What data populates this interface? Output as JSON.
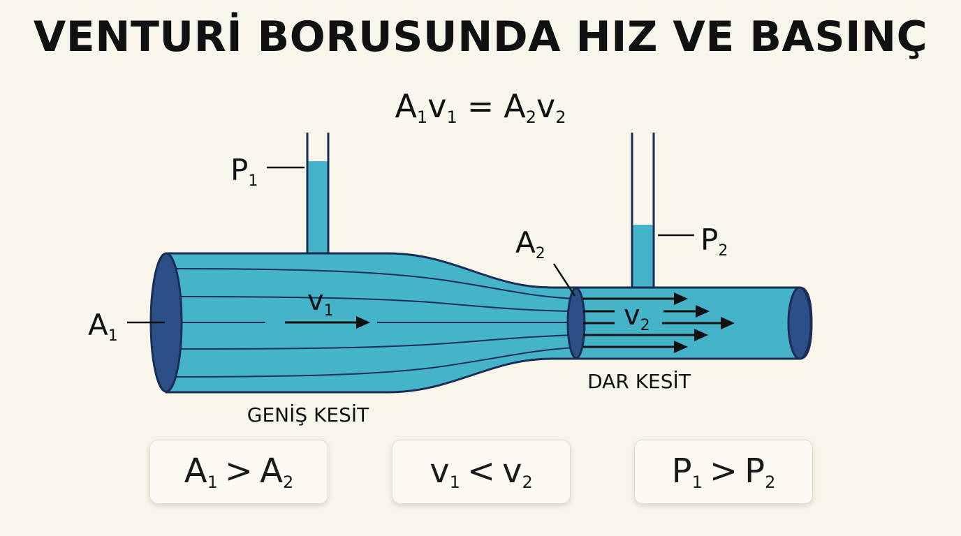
{
  "title": "VENTURİ BORUSUNDA HIZ VE BASINÇ",
  "equation": {
    "A": "A",
    "v": "v",
    "sub1": "1",
    "sub2": "2",
    "eq": "="
  },
  "labels": {
    "p1": "P",
    "p1_sub": "1",
    "p2": "P",
    "p2_sub": "2",
    "a1": "A",
    "a1_sub": "1",
    "a2": "A",
    "a2_sub": "2",
    "v1": "v",
    "v1_sub": "1",
    "v2": "v",
    "v2_sub": "2",
    "wide_section": "GENİŞ KESİT",
    "narrow_section": "DAR KESİT"
  },
  "relations": [
    {
      "left": "A",
      "left_sub": "1",
      "op": ">",
      "right": "A",
      "right_sub": "2"
    },
    {
      "left": "v",
      "left_sub": "1",
      "op": "<",
      "right": "v",
      "right_sub": "2"
    },
    {
      "left": "P",
      "left_sub": "1",
      "op": ">",
      "right": "P",
      "right_sub": "2"
    }
  ],
  "colors": {
    "fluid": "#45b3c8",
    "pipe_dark": "#2d4f87",
    "outline": "#1b2d55",
    "background": "#f8f5ea"
  }
}
